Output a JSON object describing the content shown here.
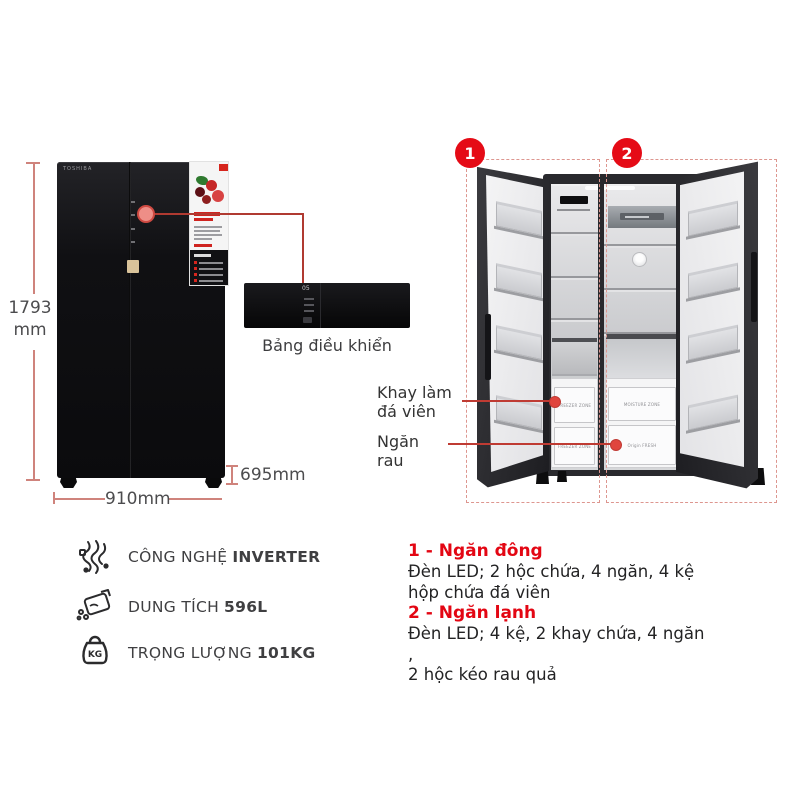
{
  "closed_fridge": {
    "brand": "TOSHIBA",
    "display_value": "05"
  },
  "control_panel": {
    "caption": "Bảng điều khiển"
  },
  "dimensions": {
    "height": "1793",
    "height_unit": "mm",
    "width": "910mm",
    "depth": "695mm"
  },
  "open_fridge": {
    "badges": [
      {
        "label": "1"
      },
      {
        "label": "2"
      }
    ],
    "callouts": {
      "ice_tray": [
        "Khay làm",
        "đá viên"
      ],
      "vegetable": "Ngăn rau"
    },
    "drawer_labels": {
      "freezer_top": "FREEZER ZONE",
      "freezer_bottom": "FREEZER ZONE",
      "fridge_top": "MOISTURE ZONE",
      "fridge_bottom": "Origin FRESH"
    }
  },
  "features": [
    {
      "icon": "inverter-icon",
      "label": "CÔNG NGHỆ",
      "value": "INVERTER"
    },
    {
      "icon": "capacity-icon",
      "label": "DUNG TÍCH",
      "value": "596L"
    },
    {
      "icon": "weight-icon",
      "label": "TRỌNG LƯỢNG",
      "value": "101KG"
    }
  ],
  "specs": [
    {
      "title": "1 - Ngăn đông",
      "lines": [
        "Đèn LED; 2 hộc chứa, 4 ngăn, 4 kệ",
        "hộp chứa đá viên"
      ]
    },
    {
      "title": "2 - Ngăn lạnh",
      "lines": [
        "Đèn LED; 4 kệ, 2 khay chứa, 4 ngăn ,",
        "2 hộc kéo rau quả"
      ]
    }
  ],
  "colors": {
    "accent_red": "#e30613",
    "callout_line": "#b5443c",
    "dashed_outline": "#dd968f",
    "dimension_line": "#cf837c"
  }
}
